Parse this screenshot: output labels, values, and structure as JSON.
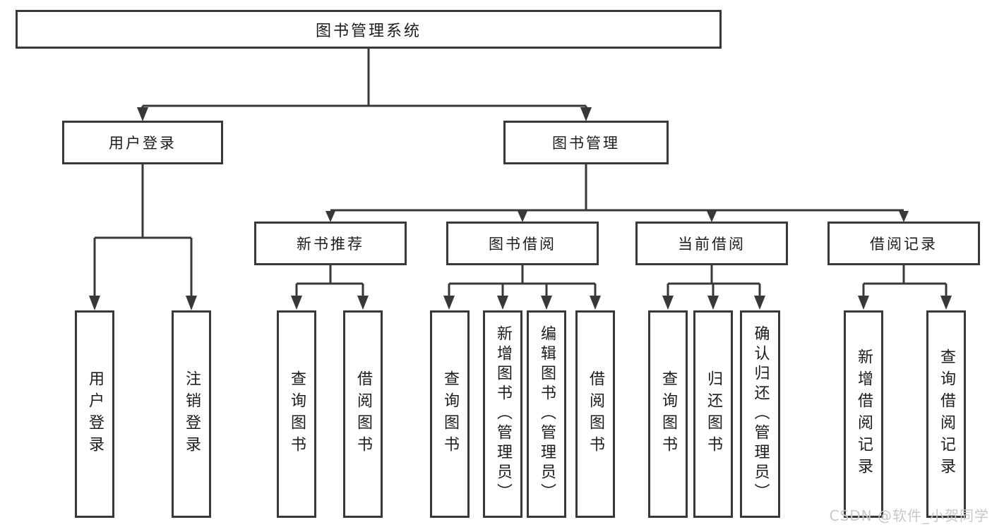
{
  "diagram": {
    "type": "tree",
    "root": {
      "label": "图书管理系统"
    },
    "level2": [
      {
        "label": "用户登录"
      },
      {
        "label": "图书管理",
        "parent": "图书管理系统"
      }
    ],
    "level3": [
      {
        "label": "新书推荐",
        "parent": "图书管理"
      },
      {
        "label": "图书借阅",
        "parent": "图书管理"
      },
      {
        "label": "当前借阅",
        "parent": "图书管理"
      },
      {
        "label": "借阅记录",
        "parent": "图书管理"
      }
    ],
    "leaves": [
      {
        "label": "用户登录",
        "parent": "用户登录"
      },
      {
        "label": "注销登录",
        "parent": "用户登录"
      },
      {
        "label": "查询图书",
        "parent": "新书推荐"
      },
      {
        "label": "借阅图书",
        "parent": "新书推荐"
      },
      {
        "label": "查询图书",
        "parent": "图书借阅"
      },
      {
        "label": "新增图书（管理员）",
        "parent": "图书借阅"
      },
      {
        "label": "编辑图书（管理员）",
        "parent": "图书借阅"
      },
      {
        "label": "借阅图书",
        "parent": "图书借阅"
      },
      {
        "label": "查询图书",
        "parent": "当前借阅"
      },
      {
        "label": "归还图书",
        "parent": "当前借阅"
      },
      {
        "label": "确认归还（管理员）",
        "parent": "当前借阅"
      },
      {
        "label": "新增借阅记录",
        "parent": "借阅记录"
      },
      {
        "label": "查询借阅记录",
        "parent": "借阅记录"
      }
    ]
  },
  "watermark": {
    "text": "CSDN @软件_小贺同学"
  },
  "colors": {
    "line": "#383838",
    "border": "#383838",
    "text": "#1c1c1c",
    "watermark": "#c8c8c8",
    "background": "#ffffff"
  }
}
